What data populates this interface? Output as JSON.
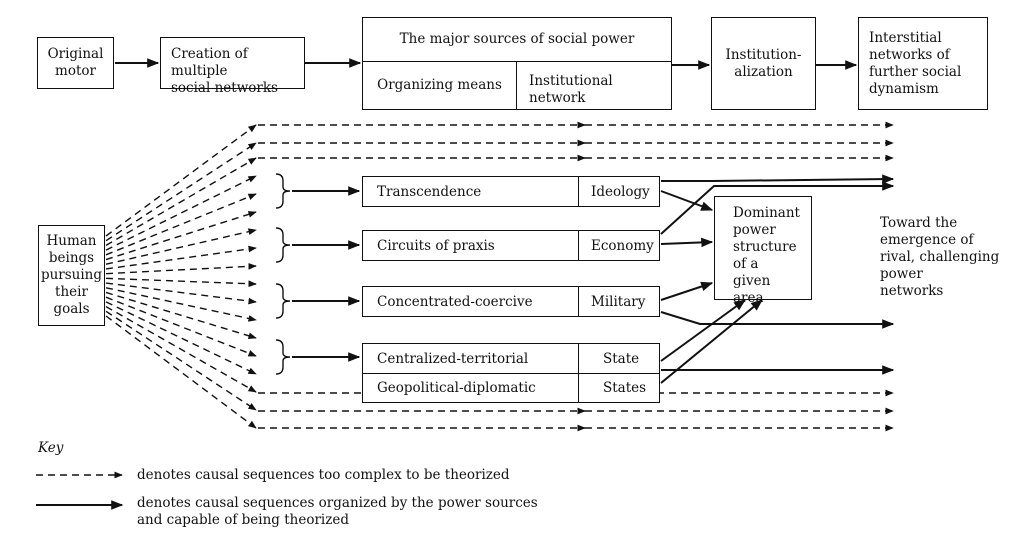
{
  "top_row": {
    "original_motor": [
      "Original",
      "motor"
    ],
    "creation": [
      "Creation of multiple",
      "social networks"
    ],
    "major_sources_title": "The major sources of social power",
    "organizing_means": "Organizing means",
    "institutional_network": [
      "Institutional",
      "network"
    ],
    "institutionalization": [
      "Institution-",
      "alization"
    ],
    "interstitial": [
      "Interstitial",
      "networks of",
      "further social",
      "dynamism"
    ]
  },
  "human_beings": [
    "Human",
    "beings",
    "pursuing",
    "their",
    "goals"
  ],
  "sources": [
    {
      "means": "Transcendence",
      "network": "Ideology"
    },
    {
      "means": "Circuits of praxis",
      "network": "Economy"
    },
    {
      "means": "Concentrated-coercive",
      "network": "Military"
    },
    {
      "means": "Centralized-territorial",
      "network": "State"
    },
    {
      "means": "Geopolitical-diplomatic",
      "network": "States"
    }
  ],
  "dominant": [
    "Dominant",
    "power",
    "structure",
    "of a",
    "given area"
  ],
  "toward": [
    "Toward the",
    "emergence of",
    "rival, challenging",
    "power",
    "networks"
  ],
  "key": {
    "title": "Key",
    "dashed_desc": [
      "denotes causal sequences too complex to be theorized"
    ],
    "solid_desc": [
      "denotes causal sequences organized by the power sources",
      "and capable of being theorized"
    ]
  }
}
